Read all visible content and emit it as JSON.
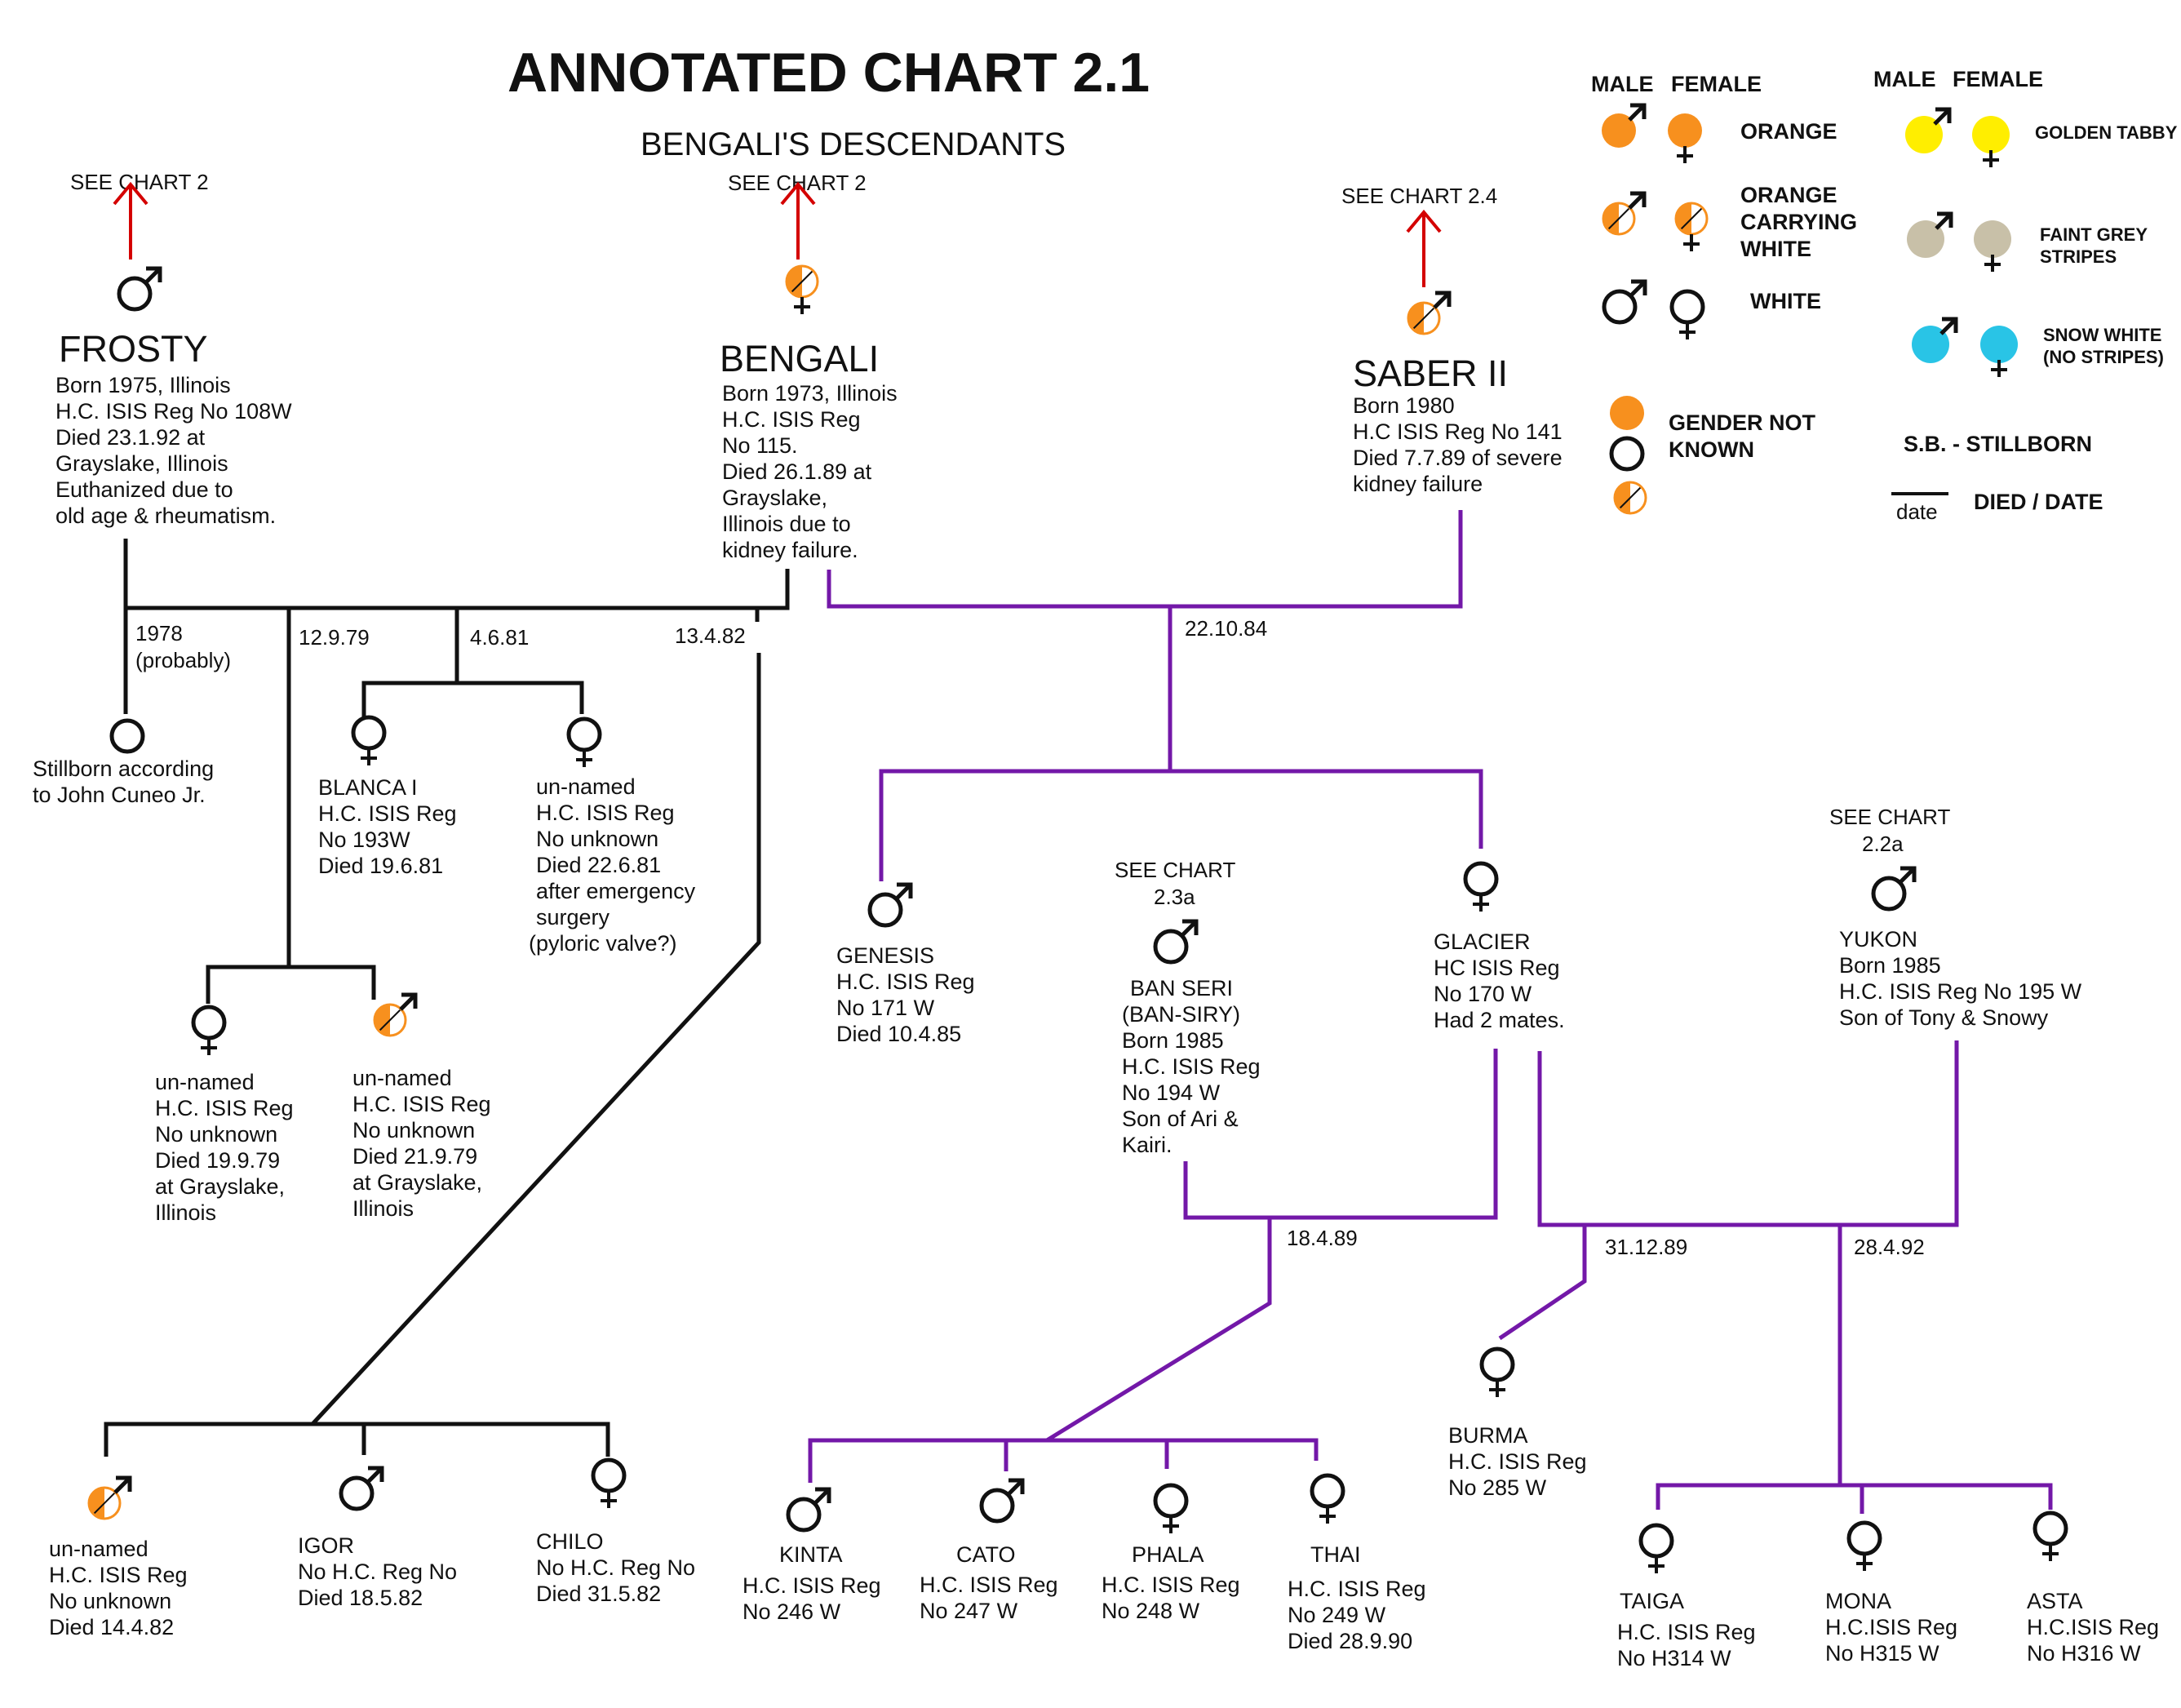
{
  "header": {
    "title": "ANNOTATED CHART 2.1",
    "subtitle": "BENGALI'S DESCENDANTS"
  },
  "colors": {
    "orange": "#f7901e",
    "golden_tabby": "#ffee00",
    "faint_grey": "#c8c0a8",
    "snow_white": "#29c4e6",
    "red_arrow": "#d40000",
    "purple_line": "#7318a8",
    "black_line": "#111111"
  },
  "legend": {
    "col_male": "MALE",
    "col_female": "FEMALE",
    "orange": "ORANGE",
    "orange_carrying_white": [
      "ORANGE",
      "CARRYING",
      "WHITE"
    ],
    "white": "WHITE",
    "gender_not_known": [
      "GENDER NOT",
      "KNOWN"
    ],
    "golden_tabby": "GOLDEN TABBY",
    "faint_grey_stripes": [
      "FAINT GREY",
      "STRIPES"
    ],
    "snow_white": [
      "SNOW WHITE",
      "(NO STRIPES)"
    ],
    "stillborn": "S.B.  - STILLBORN",
    "date_word": "date",
    "died_date": "DIED / DATE"
  },
  "cats": {
    "frosty": {
      "see": "SEE CHART 2",
      "name": "FROSTY",
      "symbol": "male-white",
      "info": [
        "Born 1975, Illinois",
        " H.C. ISIS Reg No 108W",
        " Died 23.1.92 at",
        " Grayslake, Illinois",
        " Euthanized due to",
        " old age & rheumatism."
      ]
    },
    "bengali": {
      "see": "SEE CHART 2",
      "name": "BENGALI",
      "symbol": "female-orange-carrying-white",
      "info": [
        "Born 1973, Illinois",
        "H.C. ISIS Reg",
        "No 115.",
        "Died 26.1.89 at",
        "Grayslake,",
        "Illinois due to",
        "kidney failure."
      ]
    },
    "saber": {
      "see": "SEE CHART 2.4",
      "name": "SABER II",
      "symbol": "male-orange-carrying-white",
      "info": [
        "Born 1980",
        "H.C ISIS Reg No 141",
        "Died 7.7.89 of severe",
        "kidney failure"
      ]
    },
    "stillborn": {
      "symbol": "unknown-white",
      "info": [
        "Stillborn according",
        "to John Cuneo Jr."
      ]
    },
    "blanca": {
      "symbol": "female-white",
      "info": [
        "BLANCA I",
        "H.C. ISIS Reg",
        "No 193W",
        "Died 19.6.81"
      ]
    },
    "unnamed_81": {
      "symbol": "female-white",
      "info": [
        "un-named",
        "H.C. ISIS Reg",
        "No unknown",
        "Died 22.6.81",
        "after emergency",
        "surgery",
        " (pyloric valve?)"
      ]
    },
    "unnamed_79a": {
      "symbol": "female-white",
      "info": [
        "un-named",
        "H.C. ISIS Reg",
        "No unknown",
        "Died 19.9.79",
        "at Grayslake,",
        "Illinois"
      ]
    },
    "unnamed_79b": {
      "symbol": "male-orange-carrying-white",
      "info": [
        "un-named",
        "H.C. ISIS Reg",
        "No unknown",
        "Died 21.9.79",
        "at Grayslake,",
        "Illinois"
      ]
    },
    "unnamed_82": {
      "symbol": "male-orange-carrying-white",
      "info": [
        "un-named",
        "H.C. ISIS Reg",
        "No unknown",
        "Died 14.4.82"
      ]
    },
    "igor": {
      "symbol": "male-white",
      "info": [
        "IGOR",
        "No H.C. Reg No",
        "Died 18.5.82"
      ]
    },
    "chilo": {
      "symbol": "female-white",
      "info": [
        "CHILO",
        "No H.C. Reg No",
        "Died 31.5.82"
      ]
    },
    "genesis": {
      "symbol": "male-white",
      "info": [
        "GENESIS",
        "H.C. ISIS Reg",
        "No 171 W",
        "Died 10.4.85"
      ]
    },
    "banseri": {
      "see": [
        "SEE CHART",
        "2.3a"
      ],
      "symbol": "male-white",
      "info": [
        "BAN SERI",
        "(BAN-SIRY)",
        " Born 1985",
        " H.C. ISIS Reg",
        " No 194 W",
        " Son of Ari &",
        " Kairi."
      ]
    },
    "glacier": {
      "symbol": "female-white",
      "info": [
        "GLACIER",
        "HC ISIS Reg",
        "No 170 W",
        "Had 2 mates."
      ]
    },
    "yukon": {
      "see": [
        "SEE CHART",
        "2.2a"
      ],
      "symbol": "male-white",
      "info": [
        "YUKON",
        "Born 1985",
        "H.C. ISIS Reg No 195 W",
        "Son of Tony & Snowy"
      ]
    },
    "kinta": {
      "symbol": "male-white",
      "info": [
        "KINTA",
        "H.C. ISIS Reg",
        "No 246 W"
      ]
    },
    "cato": {
      "symbol": "male-white",
      "info": [
        "CATO",
        "H.C. ISIS Reg",
        "No 247 W"
      ]
    },
    "phala": {
      "symbol": "female-white",
      "info": [
        "PHALA",
        "H.C. ISIS Reg",
        "No 248 W"
      ]
    },
    "thai": {
      "symbol": "female-white",
      "info": [
        "THAI",
        "H.C. ISIS Reg",
        "No 249 W",
        "Died 28.9.90"
      ]
    },
    "burma": {
      "symbol": "female-white",
      "info": [
        "BURMA",
        "H.C. ISIS Reg",
        "No 285 W"
      ]
    },
    "taiga": {
      "symbol": "female-white",
      "info": [
        "TAIGA",
        "H.C. ISIS Reg",
        "No H314 W"
      ]
    },
    "mona": {
      "symbol": "female-white",
      "info": [
        "MONA",
        "H.C.ISIS Reg",
        "No H315 W"
      ]
    },
    "asta": {
      "symbol": "female-white",
      "info": [
        "ASTA",
        "H.C.ISIS Reg",
        "No H316 W"
      ]
    }
  },
  "matings": {
    "d1978": [
      "1978",
      "(probably)"
    ],
    "d1979": "12.9.79",
    "d1981": "4.6.81",
    "d1982": "13.4.82",
    "d1984": "22.10.84",
    "d1989a": "18.4.89",
    "d1989b": "31.12.89",
    "d1992": "28.4.92"
  }
}
